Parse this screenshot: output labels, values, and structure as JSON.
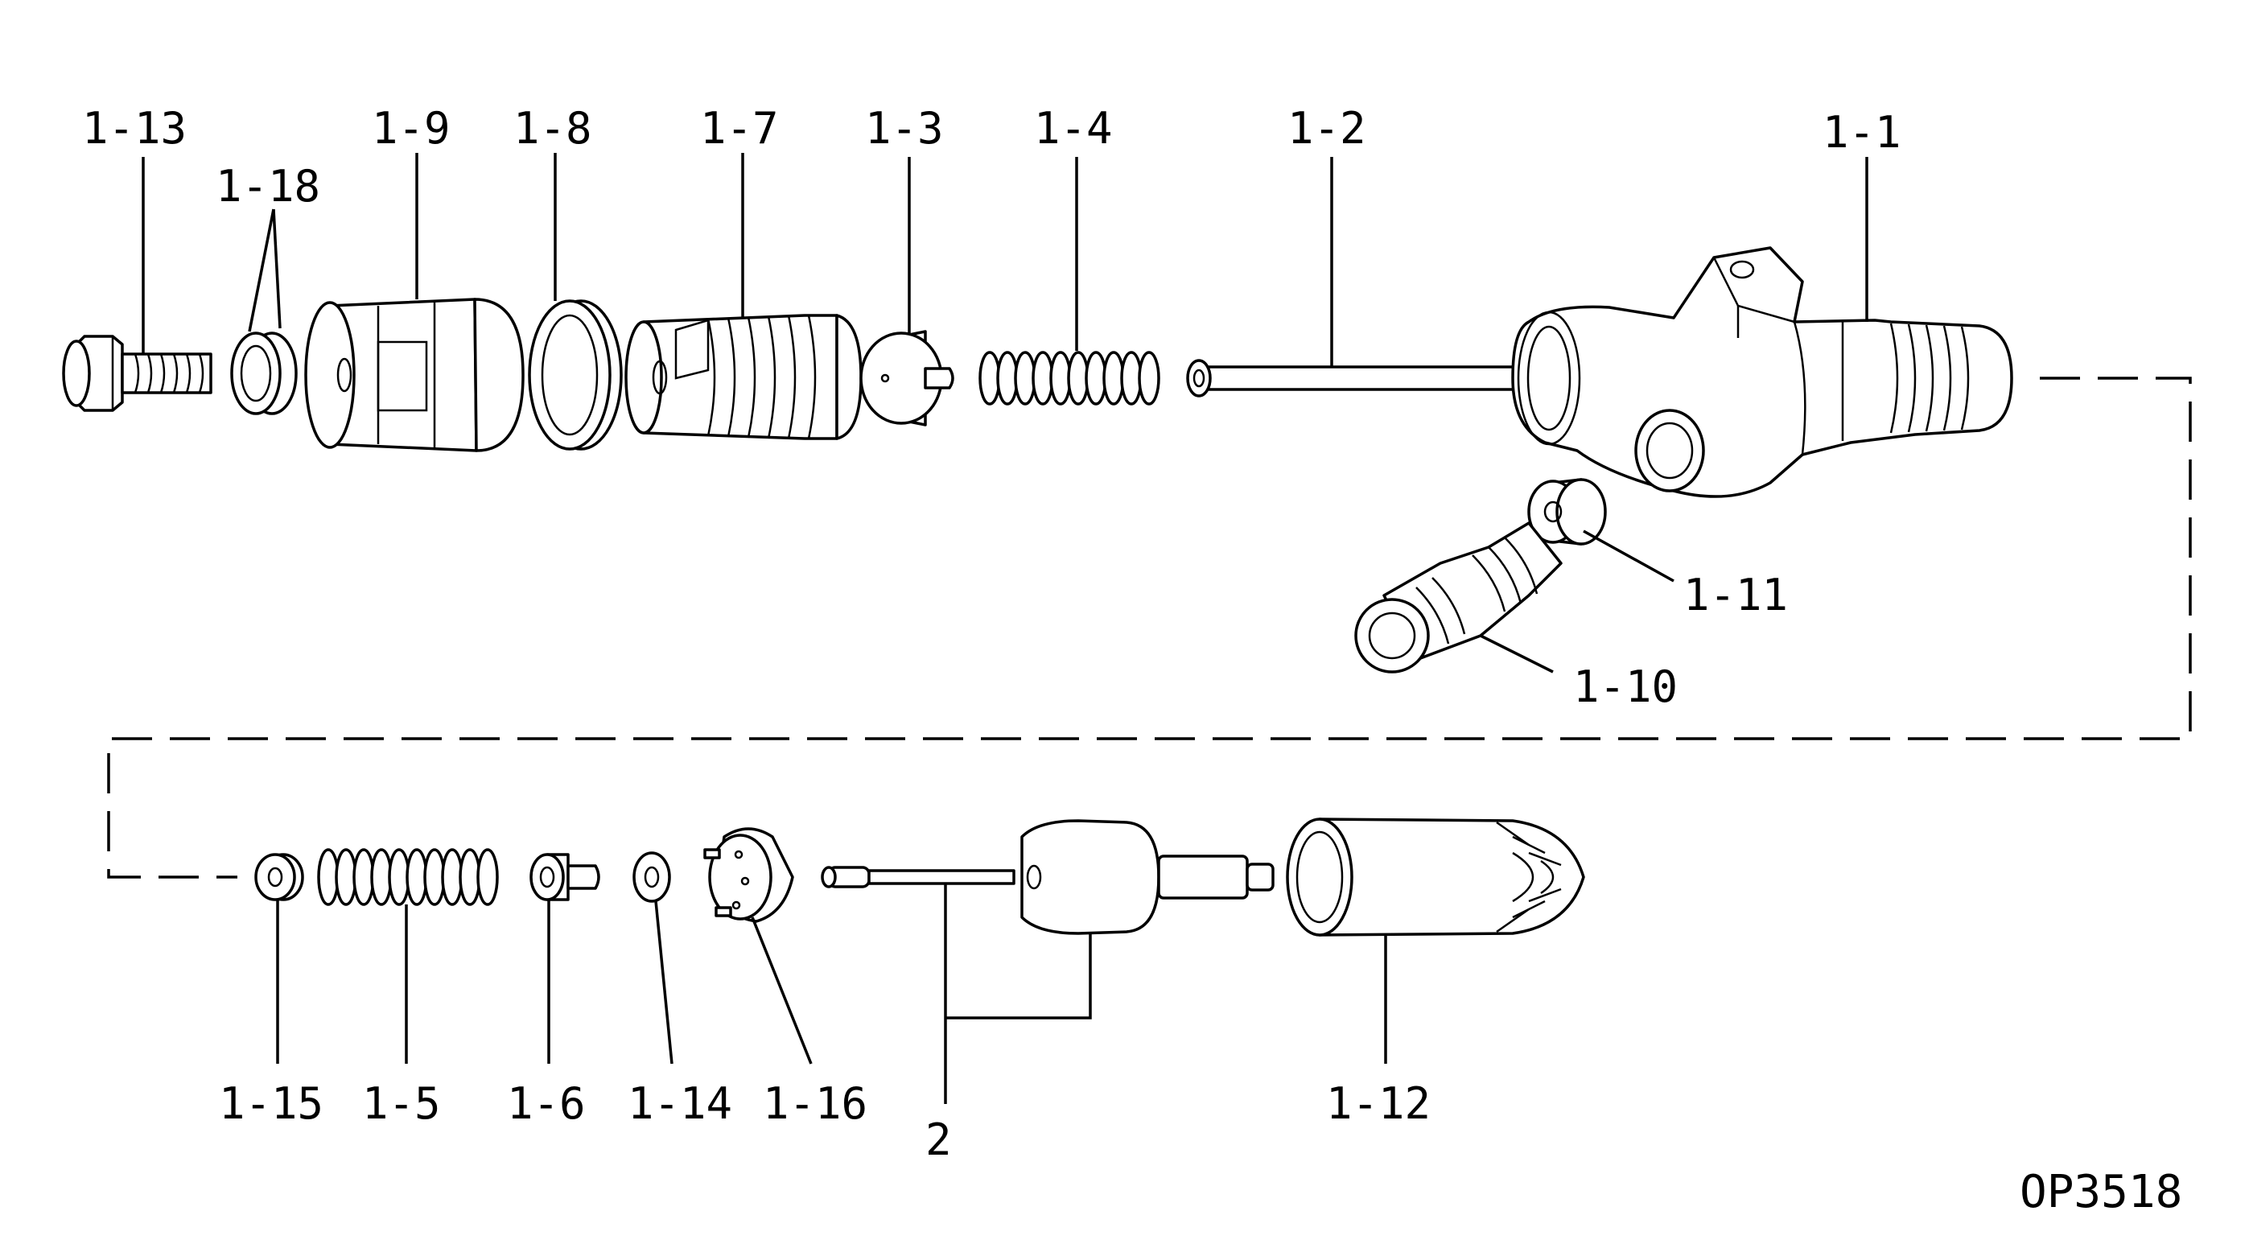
{
  "labels": {
    "p1_1": "1-1",
    "p1_2": "1-2",
    "p1_3": "1-3",
    "p1_4": "1-4",
    "p1_5": "1-5",
    "p1_6": "1-6",
    "p1_7": "1-7",
    "p1_8": "1-8",
    "p1_9": "1-9",
    "p1_10": "1-10",
    "p1_11": "1-11",
    "p1_12": "1-12",
    "p1_13": "1-13",
    "p1_14": "1-14",
    "p1_15": "1-15",
    "p1_16": "1-16",
    "p1_18": "1-18",
    "p2": "2"
  },
  "figure_code": "OP3518"
}
